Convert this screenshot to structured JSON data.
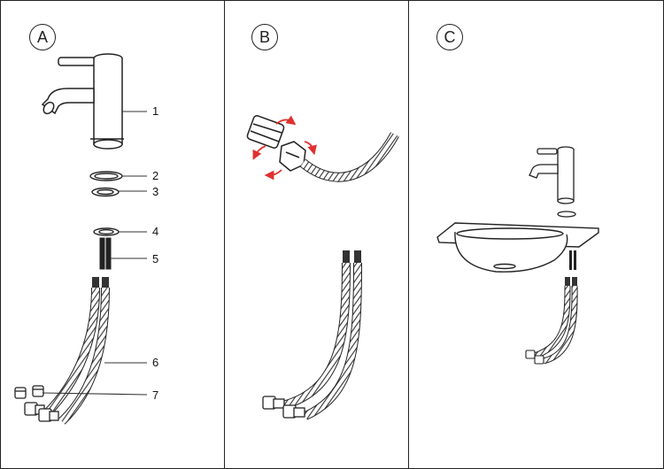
{
  "panels": [
    {
      "label": "A"
    },
    {
      "label": "B"
    },
    {
      "label": "C"
    }
  ],
  "parts": [
    "1",
    "2",
    "3",
    "4",
    "5",
    "6",
    "7"
  ],
  "colors": {
    "line": "#222222",
    "arrow": "#e0312f",
    "hose_fill": "#555555"
  }
}
